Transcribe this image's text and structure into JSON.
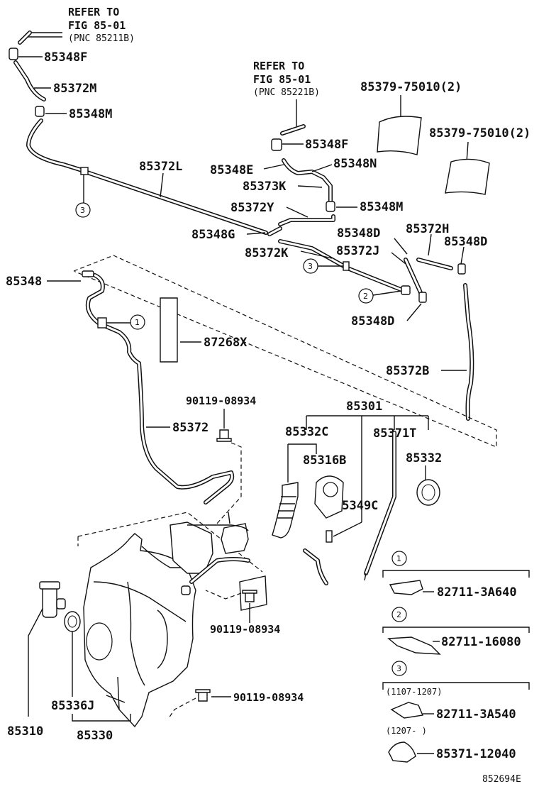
{
  "refs": {
    "top_left": {
      "line1": "REFER TO",
      "line2": "FIG 85-01",
      "line3": "(PNC 85211B)"
    },
    "top_mid": {
      "line1": "REFER TO",
      "line2": "FIG 85-01",
      "line3": "(PNC 85221B)"
    }
  },
  "labels": {
    "p85348F_a": "85348F",
    "p85372M": "85372M",
    "p85348M_a": "85348M",
    "p85372L": "85372L",
    "p85379_a": "85379-75010(2)",
    "p85379_b": "85379-75010(2)",
    "p85348F_b": "85348F",
    "p85348E": "85348E",
    "p85348N": "85348N",
    "p85373K": "85373K",
    "p85372Y": "85372Y",
    "p85348M_b": "85348M",
    "p85348G": "85348G",
    "p85348D_a": "85348D",
    "p85372H": "85372H",
    "p85348D_b": "85348D",
    "p85372K": "85372K",
    "p85372J": "85372J",
    "p85348": "85348",
    "p85348D_c": "85348D",
    "p87268X": "87268X",
    "p85372B": "85372B",
    "p90119_a": "90119-08934",
    "p85301": "85301",
    "p85372": "85372",
    "p85332C": "85332C",
    "p85371T": "85371T",
    "p85316B": "85316B",
    "p85332": "85332",
    "p85349C": "85349C",
    "p82711_3A640": "82711-3A640",
    "p90119_b": "90119-08934",
    "p82711_16080": "82711-16080",
    "p90119_c": "90119-08934",
    "p85336J": "85336J",
    "p82711_3A540": "82711-3A540",
    "p85310": "85310",
    "p85330": "85330",
    "p85371_12040": "85371-12040"
  },
  "callouts": {
    "c1": "1",
    "c2": "2",
    "c3": "3"
  },
  "ranges": {
    "r1": "(1107-1207)",
    "r2": "(1207-      )"
  },
  "figure_code": "852694E"
}
